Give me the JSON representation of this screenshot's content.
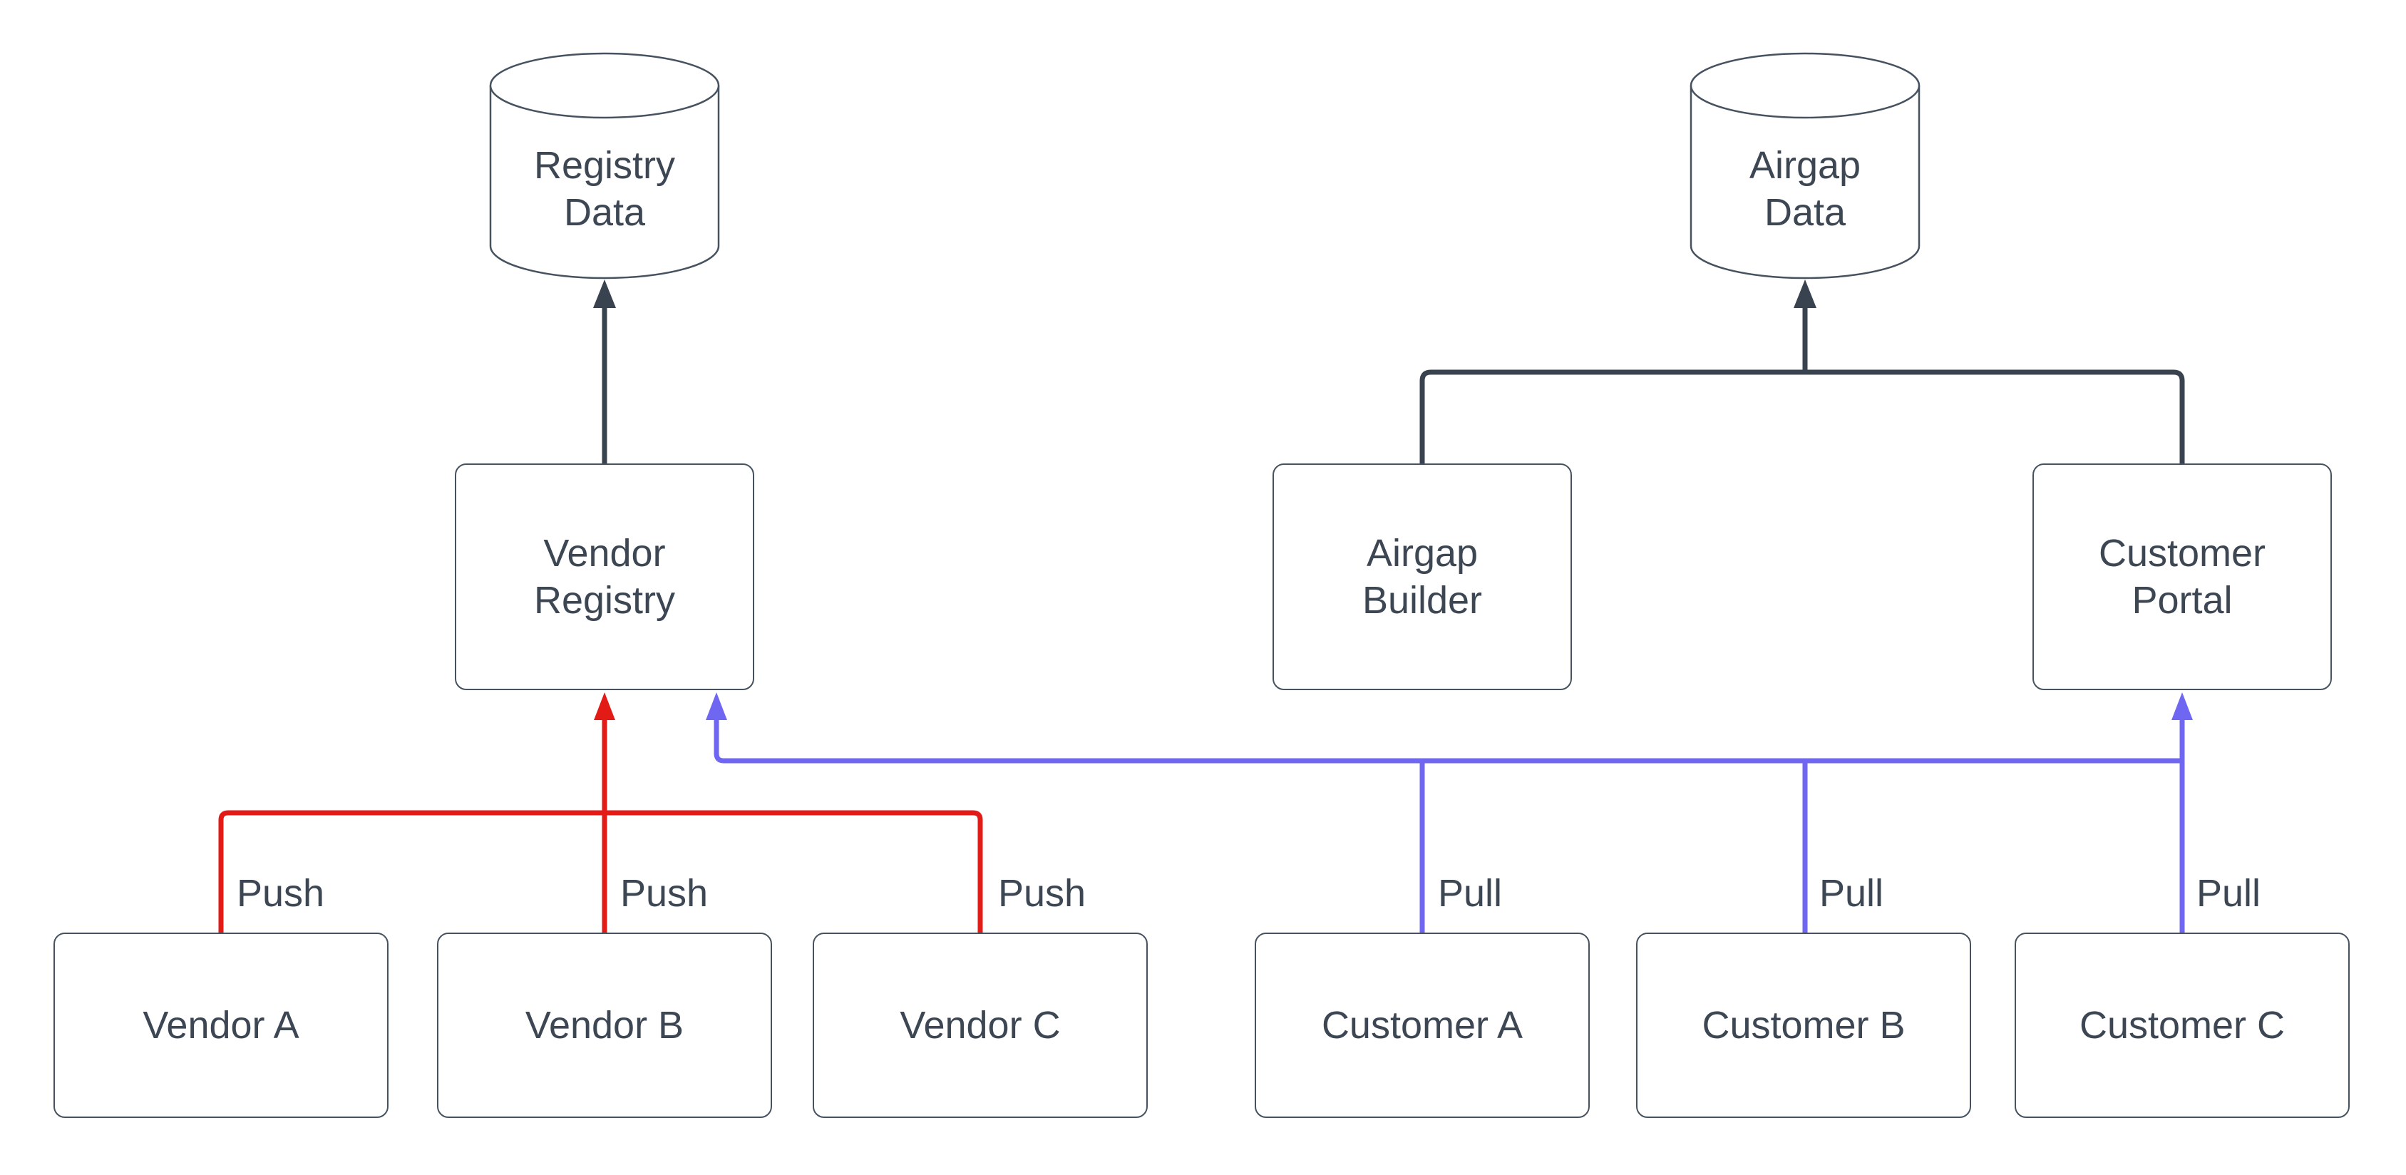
{
  "diagram": {
    "colors": {
      "background": "#ffffff",
      "node_fill": "#ffffff",
      "node_border": "#46525f",
      "text": "#3d4754",
      "connector": "#39424f",
      "push": "#e21b17",
      "pull": "#6f66f2"
    },
    "datastores": [
      {
        "id": "registry-data",
        "label": "Registry\nData"
      },
      {
        "id": "airgap-data",
        "label": "Airgap\nData"
      }
    ],
    "services": [
      {
        "id": "vendor-registry",
        "label": "Vendor\nRegistry"
      },
      {
        "id": "airgap-builder",
        "label": "Airgap\nBuilder"
      },
      {
        "id": "customer-portal",
        "label": "Customer\nPortal"
      }
    ],
    "actors": [
      {
        "id": "vendor-a",
        "label": "Vendor A"
      },
      {
        "id": "vendor-b",
        "label": "Vendor B"
      },
      {
        "id": "vendor-c",
        "label": "Vendor C"
      },
      {
        "id": "customer-a",
        "label": "Customer A"
      },
      {
        "id": "customer-b",
        "label": "Customer B"
      },
      {
        "id": "customer-c",
        "label": "Customer C"
      }
    ],
    "connections": [
      {
        "from": "Vendor Registry",
        "to": "Registry Data",
        "label": ""
      },
      {
        "from": "Airgap Builder",
        "to": "Airgap Data",
        "label": ""
      },
      {
        "from": "Customer Portal",
        "to": "Airgap Data",
        "label": ""
      },
      {
        "from": "Vendor A",
        "to": "Vendor Registry",
        "label": "Push"
      },
      {
        "from": "Vendor B",
        "to": "Vendor Registry",
        "label": "Push"
      },
      {
        "from": "Vendor C",
        "to": "Vendor Registry",
        "label": "Push"
      },
      {
        "from": "Customer A",
        "to": "Vendor Registry / Customer Portal",
        "label": "Pull"
      },
      {
        "from": "Customer B",
        "to": "Vendor Registry / Customer Portal",
        "label": "Pull"
      },
      {
        "from": "Customer C",
        "to": "Vendor Registry / Customer Portal",
        "label": "Pull"
      }
    ]
  }
}
